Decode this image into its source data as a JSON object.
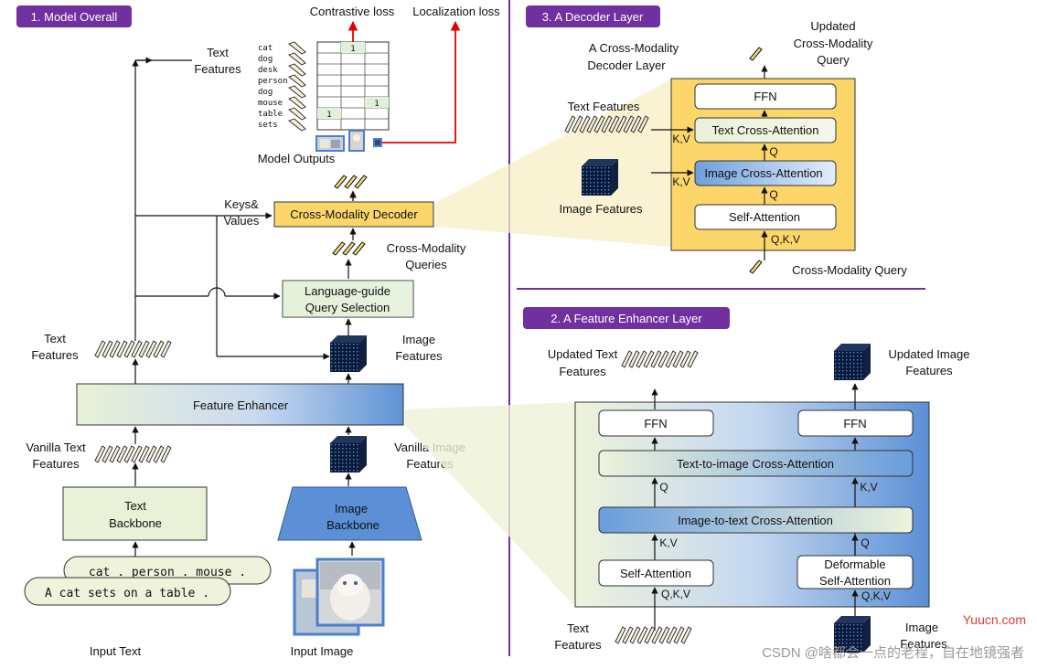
{
  "sections": {
    "overall": "1. Model Overall",
    "enhancer": "2. A Feature Enhancer Layer",
    "decoder": "3. A Decoder Layer"
  },
  "overall": {
    "contrastive_loss": "Contrastive loss",
    "localization_loss": "Localization loss",
    "text_features_top_l1": "Text",
    "text_features_top_l2": "Features",
    "grid_labels": [
      "cat",
      "dog",
      "desk",
      "person",
      "dog",
      "mouse",
      "table",
      "sets"
    ],
    "grid_ones": [
      "1",
      "1",
      "1"
    ],
    "model_outputs": "Model Outputs",
    "keys_values_l1": "Keys&",
    "keys_values_l2": "Values",
    "decoder": "Cross-Modality Decoder",
    "cm_queries_l1": "Cross-Modality",
    "cm_queries_l2": "Queries",
    "lgqs_l1": "Language-guide",
    "lgqs_l2": "Query Selection",
    "text_features_l1": "Text",
    "text_features_l2": "Features",
    "image_features_l1": "Image",
    "image_features_l2": "Features",
    "feature_enhancer": "Feature Enhancer",
    "vanilla_text_l1": "Vanilla Text",
    "vanilla_text_l2": "Features",
    "vanilla_image_l1": "Vanilla Image",
    "vanilla_image_l2": "Features",
    "text_backbone_l1": "Text",
    "text_backbone_l2": "Backbone",
    "image_backbone_l1": "Image",
    "image_backbone_l2": "Backbone",
    "prompt1": "cat . person . mouse .",
    "prompt2": "A cat sets on a table .",
    "input_text": "Input Text",
    "input_image": "Input Image"
  },
  "decoder_layer": {
    "title_l1": "A Cross-Modality",
    "title_l2": "Decoder Layer",
    "updated_l1": "Updated",
    "updated_l2": "Cross-Modality",
    "updated_l3": "Query",
    "ffn": "FFN",
    "text_ca": "Text Cross-Attention",
    "image_ca": "Image Cross-Attention",
    "self_attn": "Self-Attention",
    "text_features": "Text Features",
    "image_features": "Image Features",
    "kv1": "K,V",
    "kv2": "K,V",
    "q1": "Q",
    "q2": "Q",
    "qkv": "Q,K,V",
    "cm_query": "Cross-Modality Query"
  },
  "enhancer_layer": {
    "updated_text_l1": "Updated Text",
    "updated_text_l2": "Features",
    "updated_image_l1": "Updated Image",
    "updated_image_l2": "Features",
    "ffn_left": "FFN",
    "ffn_right": "FFN",
    "t2i": "Text-to-image Cross-Attention",
    "i2t": "Image-to-text Cross-Attention",
    "self_attn": "Self-Attention",
    "deform_l1": "Deformable",
    "deform_l2": "Self-Attention",
    "q_left": "Q",
    "kv_right": "K,V",
    "kv_left": "K,V",
    "q_right": "Q",
    "qkv_left": "Q,K,V",
    "qkv_right": "Q,K,V",
    "text_l1": "Text",
    "text_l2": "Features",
    "image_l1": "Image",
    "image_l2": "Features"
  },
  "watermark": {
    "site": "Yuucn.com",
    "csdn": "CSDN @啥都会一点的老程，自在地镜强者"
  },
  "colors": {
    "section_tag": "#7030a0",
    "yellow": "#fdd66a",
    "blue": "#5b8fd6",
    "green_light": "#e2efda",
    "red": "#e00000"
  }
}
